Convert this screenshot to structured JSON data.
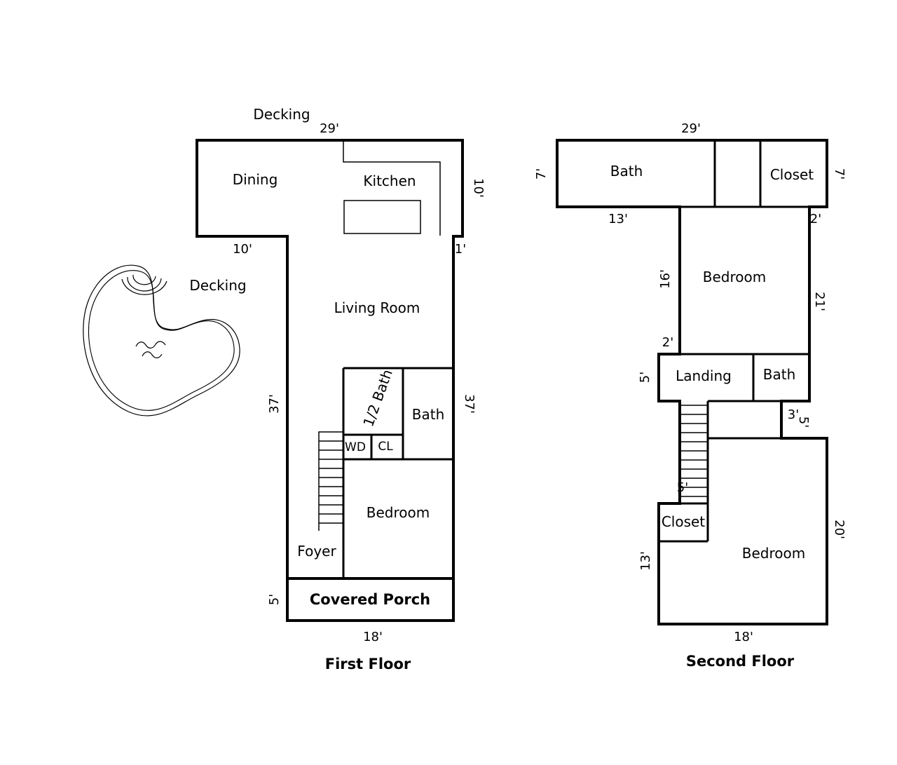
{
  "page": {
    "colors": {
      "background": "#ffffff",
      "line": "#000000",
      "text": "#000000"
    }
  },
  "first_floor": {
    "title": "First Floor",
    "labels": {
      "decking_top": "Decking",
      "decking_pool": "Decking",
      "dining": "Dining",
      "kitchen": "Kitchen",
      "living_room": "Living Room",
      "half_bath": "1/2 Bath",
      "bath": "Bath",
      "washer_dryer": "WD",
      "closet": "CL",
      "bedroom": "Bedroom",
      "foyer": "Foyer",
      "covered_porch": "Covered Porch"
    },
    "dims": {
      "top_width": "29'",
      "kitchen_height": "10'",
      "dining_width": "10'",
      "wall_jog": "1'",
      "left_height": "37'",
      "right_height": "37'",
      "porch_height": "5'",
      "porch_width": "18'"
    }
  },
  "second_floor": {
    "title": "Second Floor",
    "labels": {
      "bath_top": "Bath",
      "closet_top": "Closet",
      "bedroom_front": "Bedroom",
      "landing": "Landing",
      "bath_mid": "Bath",
      "closet_mid": "Closet",
      "bedroom_back": "Bedroom"
    },
    "dims": {
      "top_width": "29'",
      "left_top": "7'",
      "right_top": "7'",
      "bath_bottom": "13'",
      "closet_jog": "2'",
      "bedroom_left": "16'",
      "bedroom_right": "21'",
      "landing_jog": "2'",
      "landing_left": "5'",
      "notch_width": "3'",
      "notch_height": "5'",
      "stair_width": "5'",
      "closet_left": "13'",
      "bedroom_back_right": "20'",
      "bottom_width": "18'"
    }
  }
}
